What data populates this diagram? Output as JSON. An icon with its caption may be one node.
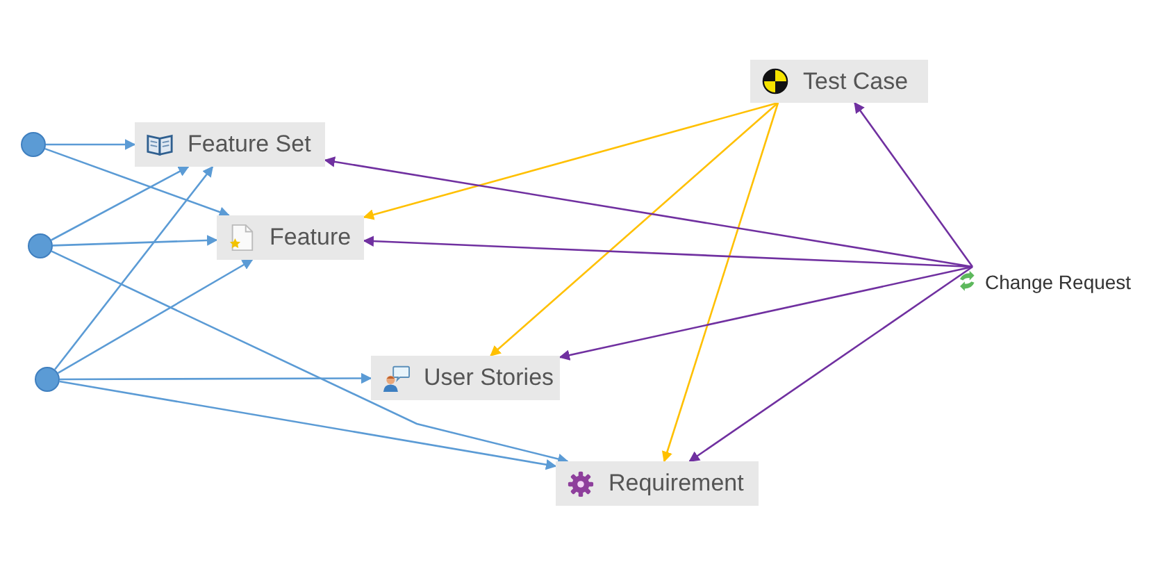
{
  "diagram": {
    "nodes": [
      {
        "text": [],
        "shape": "circle"
      },
      {
        "text": [],
        "shape": "circle"
      },
      {
        "text": [],
        "shape": "circle"
      },
      {
        "text": [
          "Feature Set"
        ]
      },
      {
        "text": [
          "Feature"
        ]
      },
      {
        "text": [
          "User Stories"
        ]
      },
      {
        "text": [
          "Requirement"
        ]
      },
      {
        "text": [
          "Test Case"
        ]
      },
      {
        "text": [
          "Change Request"
        ]
      }
    ],
    "edges": [
      {
        "from": 0,
        "to": 3,
        "arrow": "to"
      },
      {
        "from": 0,
        "to": 4,
        "arrow": "to"
      },
      {
        "from": 1,
        "to": 3,
        "arrow": "to"
      },
      {
        "from": 1,
        "to": 4,
        "arrow": "to"
      },
      {
        "from": 1,
        "to": 6,
        "arrow": "to"
      },
      {
        "from": 2,
        "to": 3,
        "arrow": "to"
      },
      {
        "from": 2,
        "to": 4,
        "arrow": "to"
      },
      {
        "from": 2,
        "to": 5,
        "arrow": "to"
      },
      {
        "from": 2,
        "to": 6,
        "arrow": "to"
      },
      {
        "from": 7,
        "to": 4,
        "arrow": "to",
        "color": "#ffc000"
      },
      {
        "from": 7,
        "to": 5,
        "arrow": "to",
        "color": "#ffc000"
      },
      {
        "from": 7,
        "to": 6,
        "arrow": "to",
        "color": "#ffc000"
      },
      {
        "from": 8,
        "to": 3,
        "arrow": "to",
        "color": "#7030a0"
      },
      {
        "from": 8,
        "to": 4,
        "arrow": "to",
        "color": "#7030a0"
      },
      {
        "from": 8,
        "to": 5,
        "arrow": "to",
        "color": "#7030a0"
      },
      {
        "from": 8,
        "to": 6,
        "arrow": "to",
        "color": "#7030a0"
      },
      {
        "from": 8,
        "to": 7,
        "arrow": "to",
        "color": "#7030a0"
      }
    ]
  }
}
